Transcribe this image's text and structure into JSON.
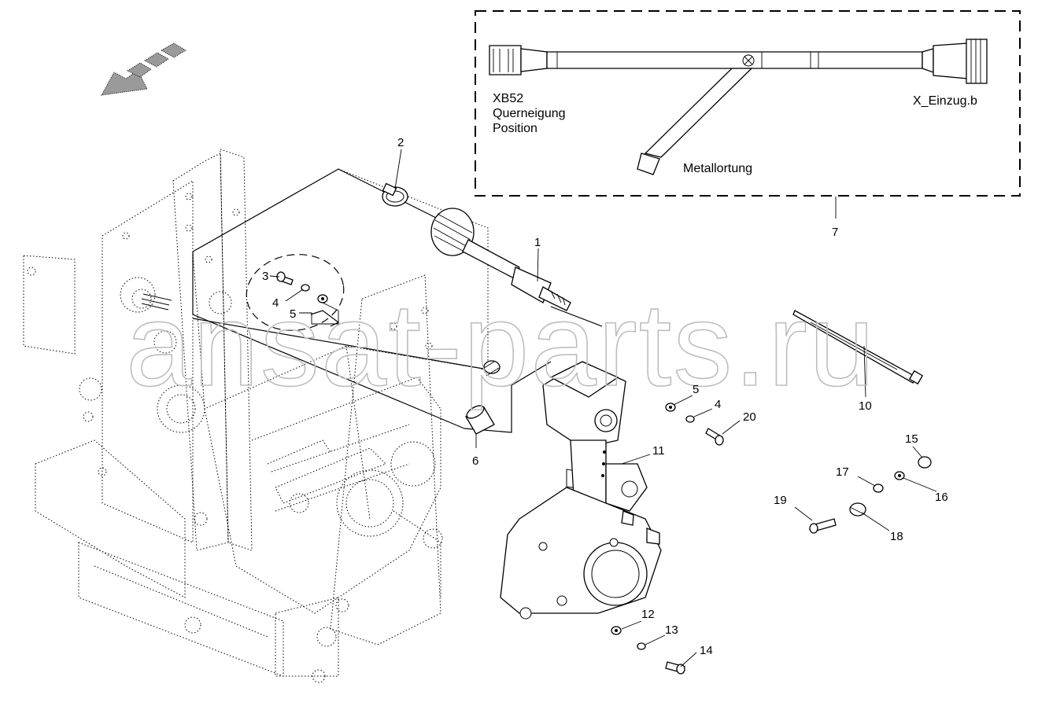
{
  "watermark": "ansat-parts.ru",
  "harness": {
    "connector_left": "XB52",
    "connector_left_desc_1": "Querneigung",
    "connector_left_desc_2": "Position",
    "connector_right": "X_Einzug.b",
    "ground": "Metallortung"
  },
  "callouts": {
    "p1": "1",
    "p2": "2",
    "p3": "3",
    "p4a": "4",
    "p5a": "5",
    "p6": "6",
    "p7": "7",
    "p10": "10",
    "p11": "11",
    "p12": "12",
    "p13": "13",
    "p14": "14",
    "p15": "15",
    "p16": "16",
    "p17": "17",
    "p18": "18",
    "p19": "19",
    "p20": "20",
    "p5b": "5",
    "p4b": "4"
  }
}
